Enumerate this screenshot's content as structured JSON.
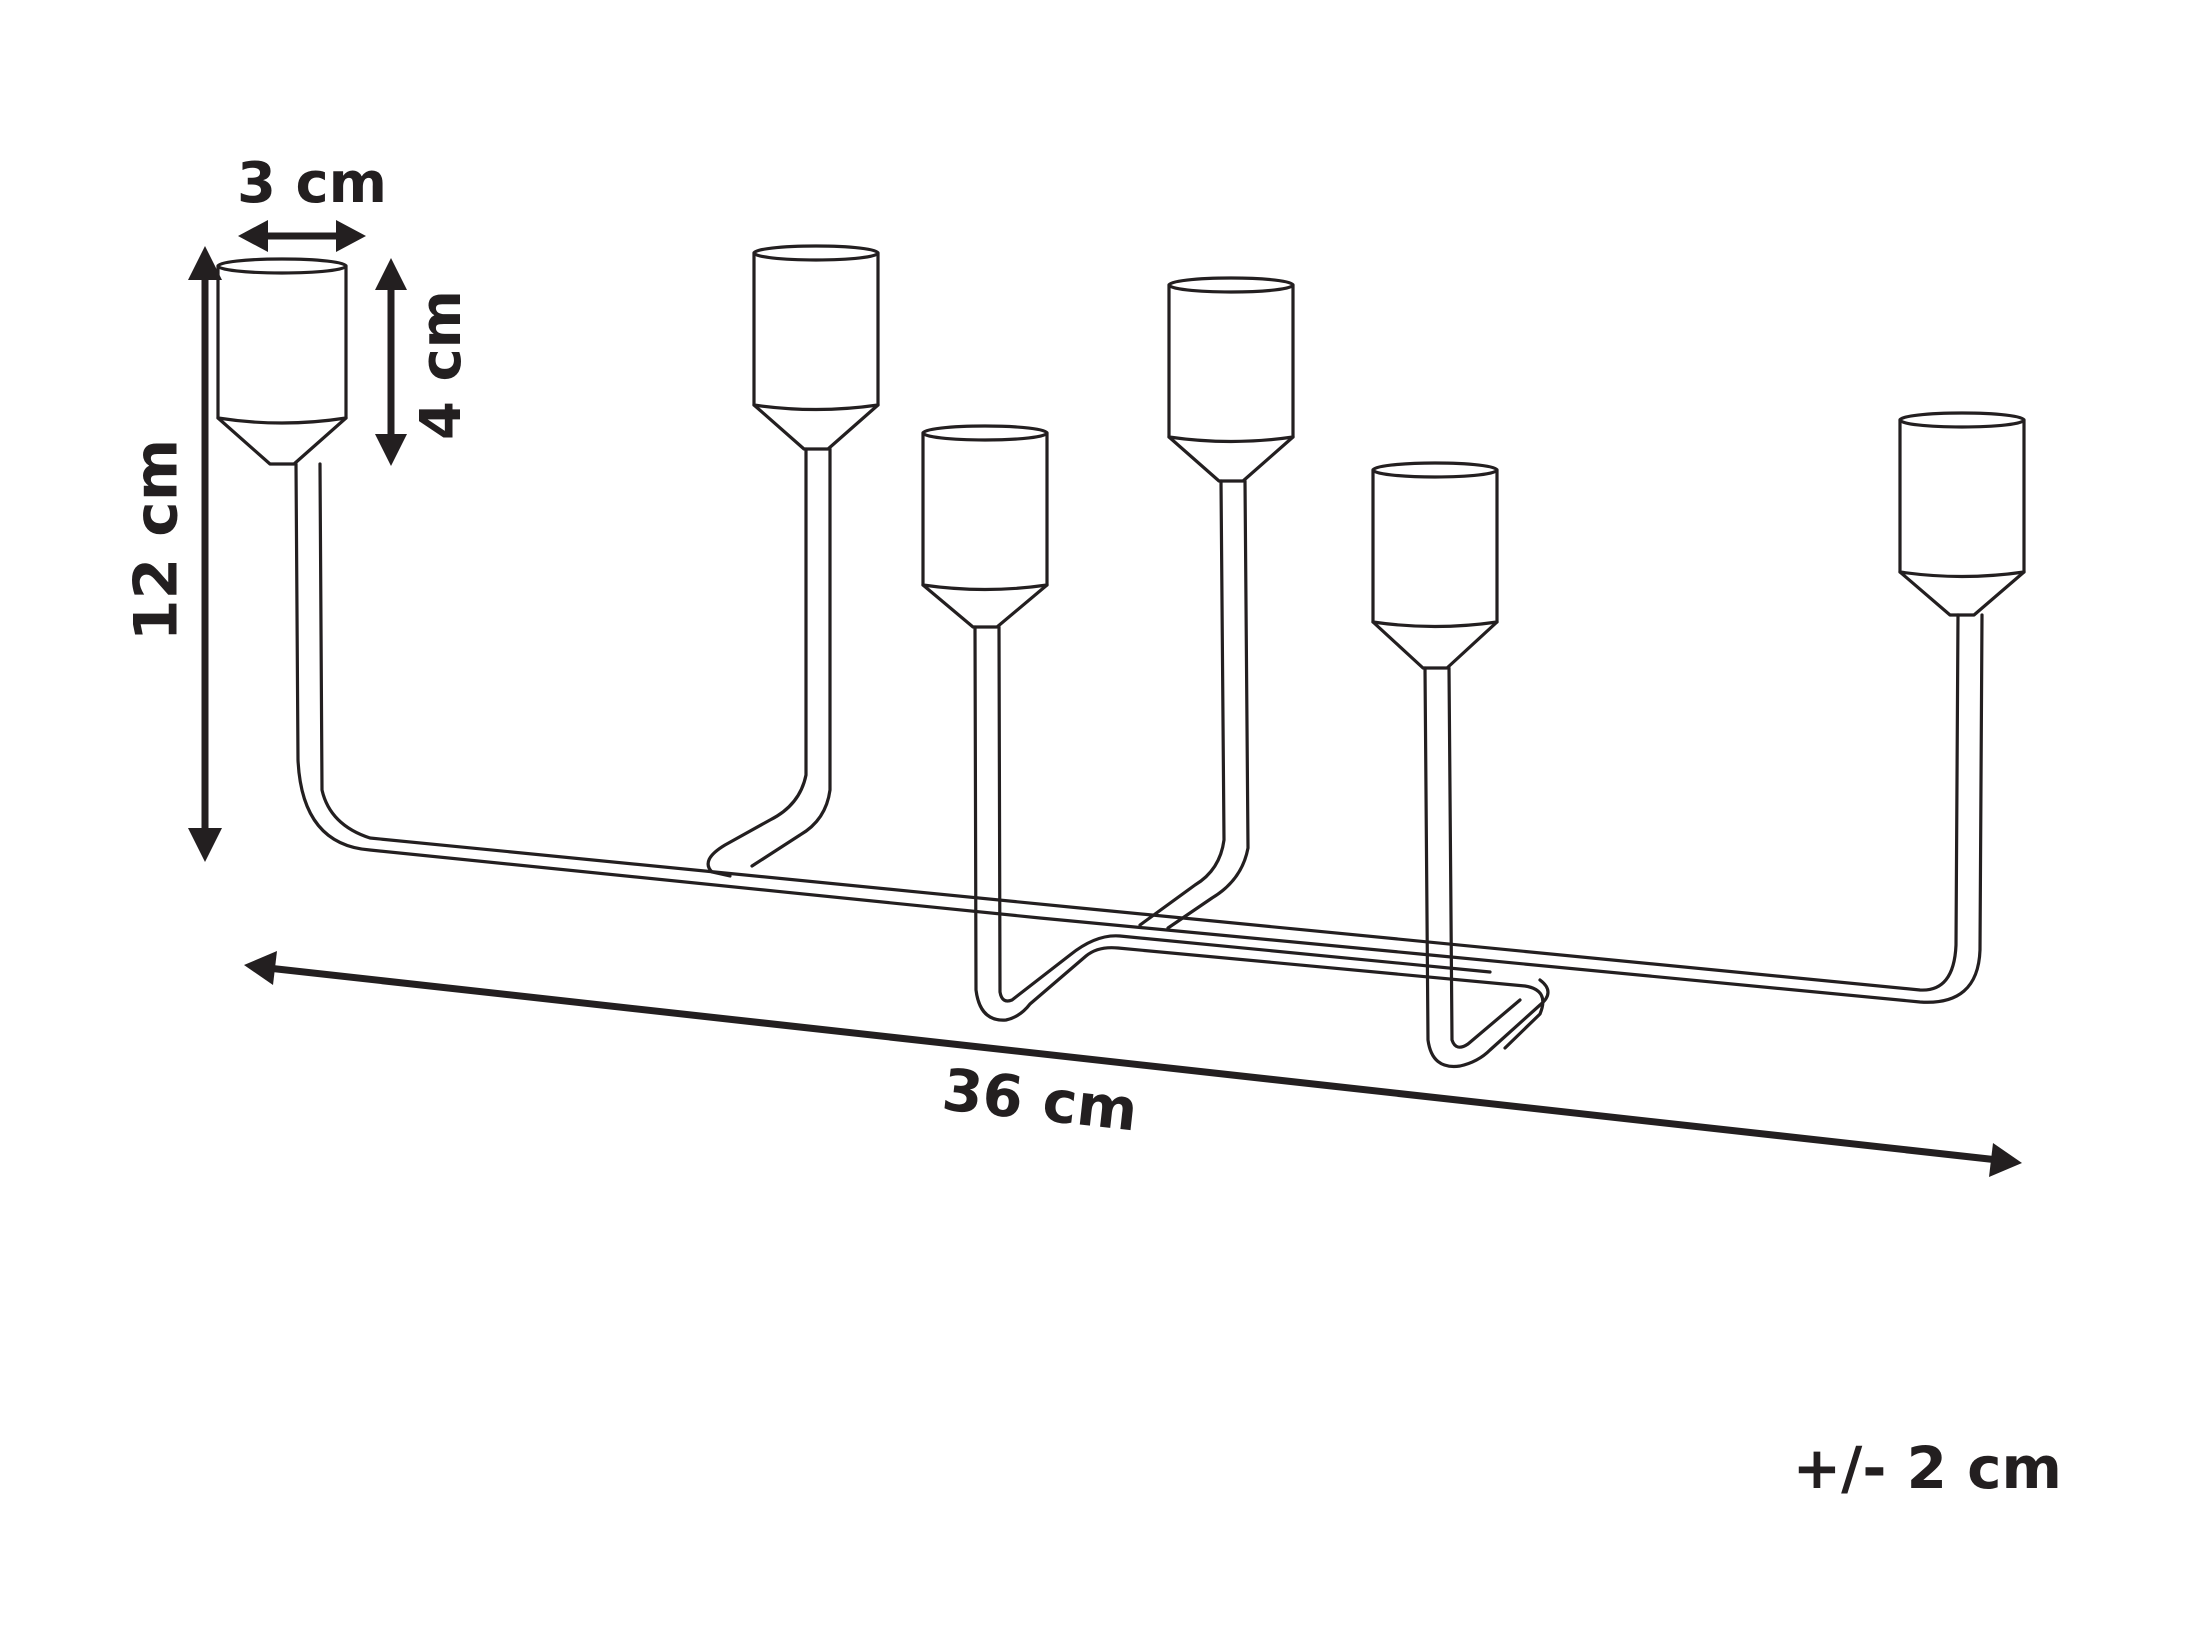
{
  "dimensions": {
    "width_label": "3 cm",
    "cup_height_label": "4 cm",
    "total_height_label": "12 cm",
    "length_label": "36 cm"
  },
  "tolerance_label": "+/- 2 cm",
  "colors": {
    "line": "#231f20",
    "background": "#ffffff"
  }
}
